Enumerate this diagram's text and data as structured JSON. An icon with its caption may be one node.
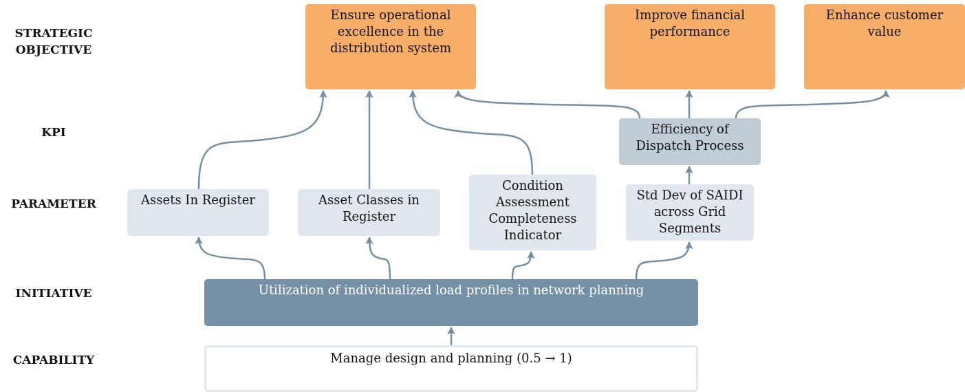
{
  "diagram": {
    "nodes": [
      {
        "text": [
          "Ensure operational excellence in the distribution system"
        ]
      },
      {
        "text": [
          "Improve financial performance"
        ]
      },
      {
        "text": [
          "Enhance customer value"
        ]
      },
      {
        "text": [
          "Efficiency of Dispatch Process"
        ]
      },
      {
        "text": [
          "Assets In Register"
        ]
      },
      {
        "text": [
          "Asset Classes in Register"
        ]
      },
      {
        "text": [
          "Condition Assessment Completeness Indicator"
        ]
      },
      {
        "text": [
          "Std Dev of SAIDI across Grid Segments"
        ]
      },
      {
        "text": [
          "Utilization of individualized load profiles in network planning"
        ]
      },
      {
        "text": [
          "Manage design and planning (0.5 → 1)"
        ]
      }
    ],
    "edges": [
      {
        "from": 4,
        "to": 0,
        "arrow": "to"
      },
      {
        "from": 5,
        "to": 0,
        "arrow": "to"
      },
      {
        "from": 6,
        "to": 0,
        "arrow": "to"
      },
      {
        "from": 3,
        "to": 0,
        "arrow": "to"
      },
      {
        "from": 3,
        "to": 1,
        "arrow": "to"
      },
      {
        "from": 3,
        "to": 2,
        "arrow": "to"
      },
      {
        "from": 7,
        "to": 3,
        "arrow": "to"
      },
      {
        "from": 8,
        "to": 4,
        "arrow": "to"
      },
      {
        "from": 8,
        "to": 5,
        "arrow": "to"
      },
      {
        "from": 8,
        "to": 6,
        "arrow": "to"
      },
      {
        "from": 8,
        "to": 7,
        "arrow": "to"
      },
      {
        "from": 9,
        "to": 8,
        "arrow": "to"
      }
    ],
    "labels": [
      "STRATEGIC OBJECTIVE",
      "KPI",
      "PARAMETER",
      "INITIATIVE",
      "CAPABILITY"
    ]
  }
}
